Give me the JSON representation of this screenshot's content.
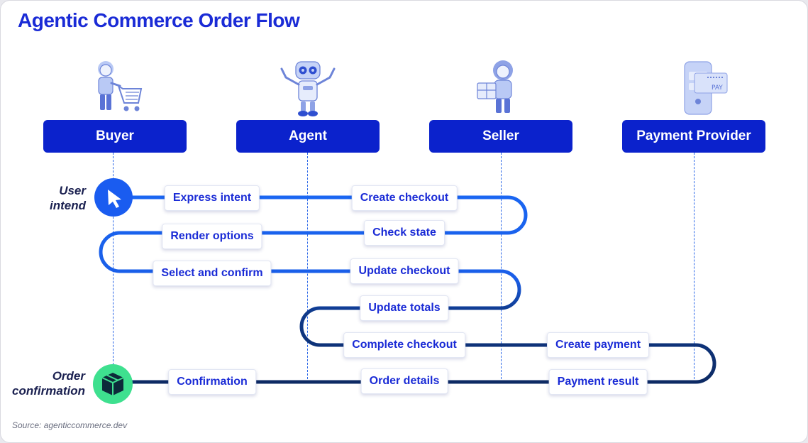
{
  "title": "Agentic Commerce Order Flow",
  "actors": [
    "Buyer",
    "Agent",
    "Seller",
    "Payment Provider"
  ],
  "side_labels": {
    "start": [
      "User",
      "intend"
    ],
    "end": [
      "Order",
      "confirmation"
    ]
  },
  "steps": [
    "Express intent",
    "Create checkout",
    "Render options",
    "Check state",
    "Select and confirm",
    "Update checkout",
    "Update totals",
    "Complete checkout",
    "Create payment",
    "Confirmation",
    "Order details",
    "Payment result"
  ],
  "illustrations": {
    "payment_card_text": "PAY"
  },
  "colors": {
    "title": "#1a2bd6",
    "actor_box": "#0b22cc",
    "flow_bright": "#1a66f2",
    "flow_dark": "#0d2a63",
    "start_icon_bg": "#1a5cf0",
    "end_icon_bg": "#3ee08f",
    "step_text": "#1a2bd6"
  },
  "icons": [
    "cursor-icon",
    "package-icon",
    "buyer-illustration",
    "robot-illustration",
    "seller-illustration",
    "payment-phone-illustration"
  ],
  "source": "Source: agenticcommerce.dev"
}
